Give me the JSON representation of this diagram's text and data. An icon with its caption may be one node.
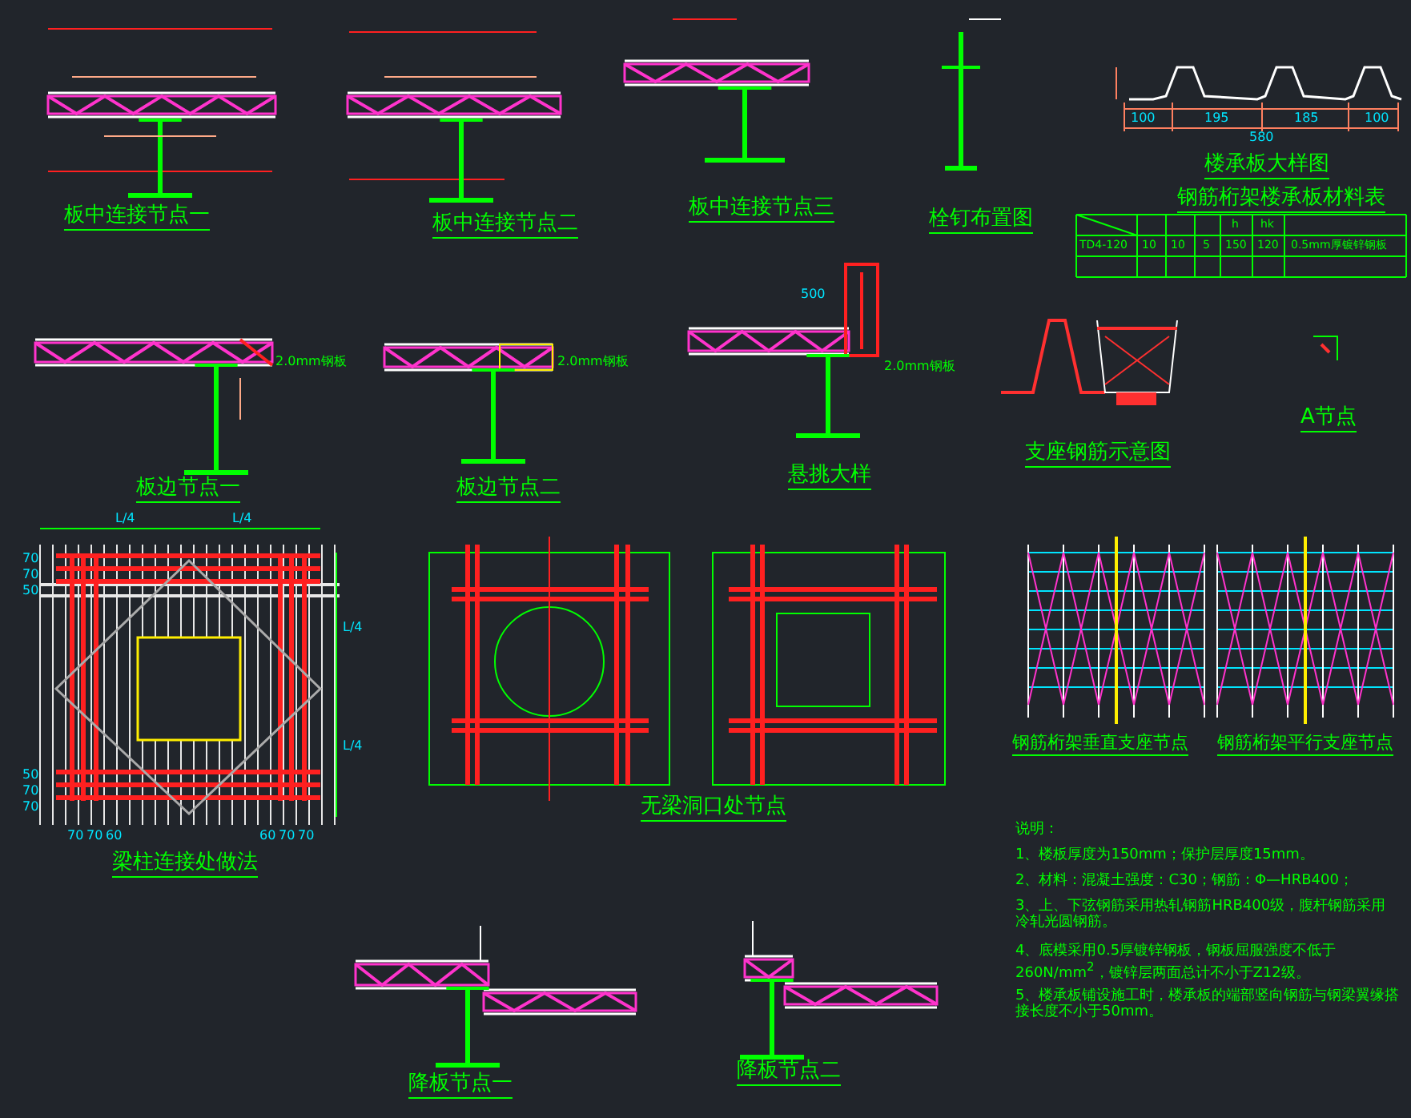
{
  "diagram": {
    "labels": [
      "板中连接节点一",
      "板中连接节点二",
      "板中连接节点三",
      "栓钉布置图",
      "100",
      "195",
      "185",
      "100",
      "580",
      "楼承板大样图",
      "钢筋桁架楼承板材料表",
      "h",
      "hk",
      "TD4-120",
      "10",
      "10",
      "5",
      "150",
      "120",
      "0.5mm厚镀锌钢板",
      "板边节点一",
      "2.0mm钢板",
      "板边节点二",
      "2.0mm钢板",
      "悬挑大样",
      "2.0mm钢板",
      "500",
      "支座钢筋示意图",
      "A节点",
      "L/4",
      "L/4",
      "L/4",
      "L/4",
      "70",
      "70",
      "50",
      "50",
      "70",
      "70",
      "70",
      "70",
      "60",
      "60",
      "70",
      "70",
      "梁柱连接处做法",
      "无梁洞口处节点",
      "钢筋桁架垂直支座节点",
      "钢筋桁架平行支座节点",
      "降板节点一",
      "降板节点二",
      "说明：",
      "1、楼板厚度为150mm；保护层厚度15mm。",
      "2、材料：混凝土强度：C30；钢筋：Φ—HRB400；",
      "3、上、下弦钢筋采用热轧钢筋HRB400级，腹杆钢筋采用冷轧光圆钢筋。",
      "4、底模采用0.5厚镀锌钢板，钢板屈服强度不低于260N/mm$^{2}$，镀锌层两面总计不小于Z12级。",
      "5、楼承板铺设施工时，楼承板的端部竖向钢筋与钢梁翼缘搭接长度不小于50mm。"
    ]
  }
}
